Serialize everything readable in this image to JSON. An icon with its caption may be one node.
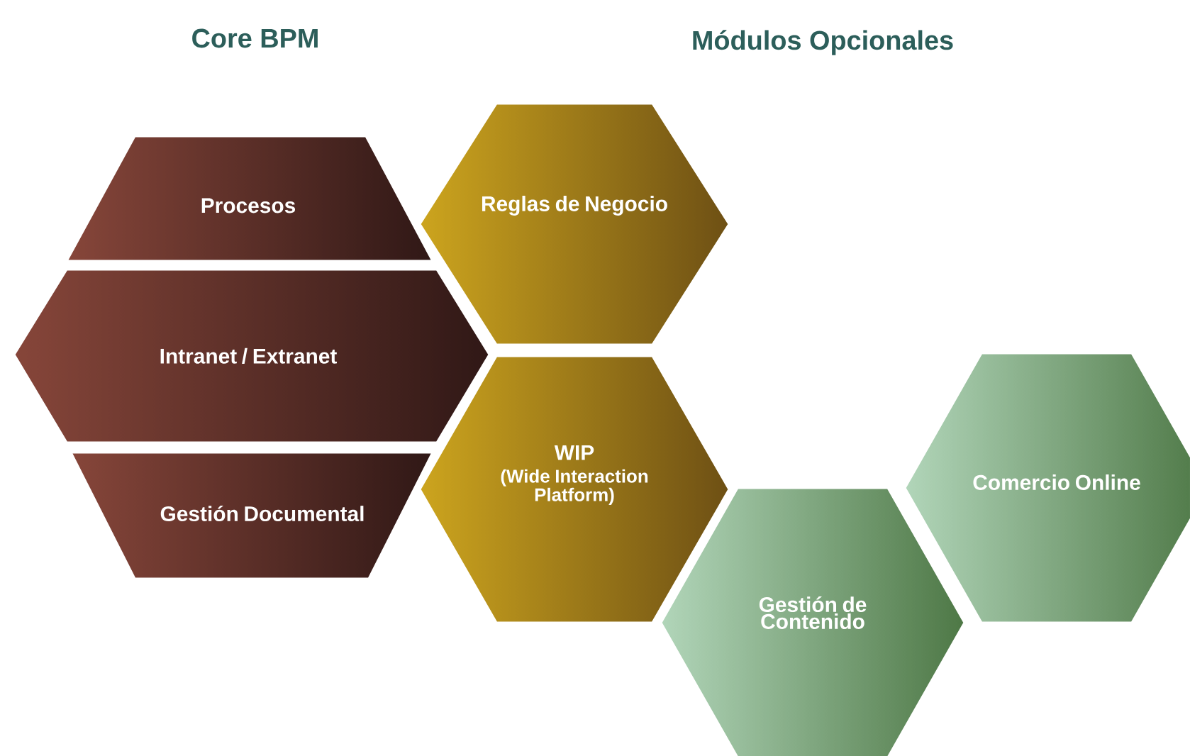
{
  "diagram": {
    "nodes": [
      {
        "text": [
          "Procesos"
        ]
      },
      {
        "text": [
          "Intranet / Extranet"
        ]
      },
      {
        "text": [
          "Gestión Documental"
        ]
      },
      {
        "text": [
          "Reglas de Negocio"
        ]
      },
      {
        "text": [
          "WIP",
          "(Wide Interaction Platform)"
        ]
      },
      {
        "text": [
          "Gestión de Contenido"
        ]
      },
      {
        "text": [
          "Comercio Online"
        ]
      }
    ],
    "labels": [
      "Core BPM",
      "Módulos Opcionales"
    ]
  }
}
